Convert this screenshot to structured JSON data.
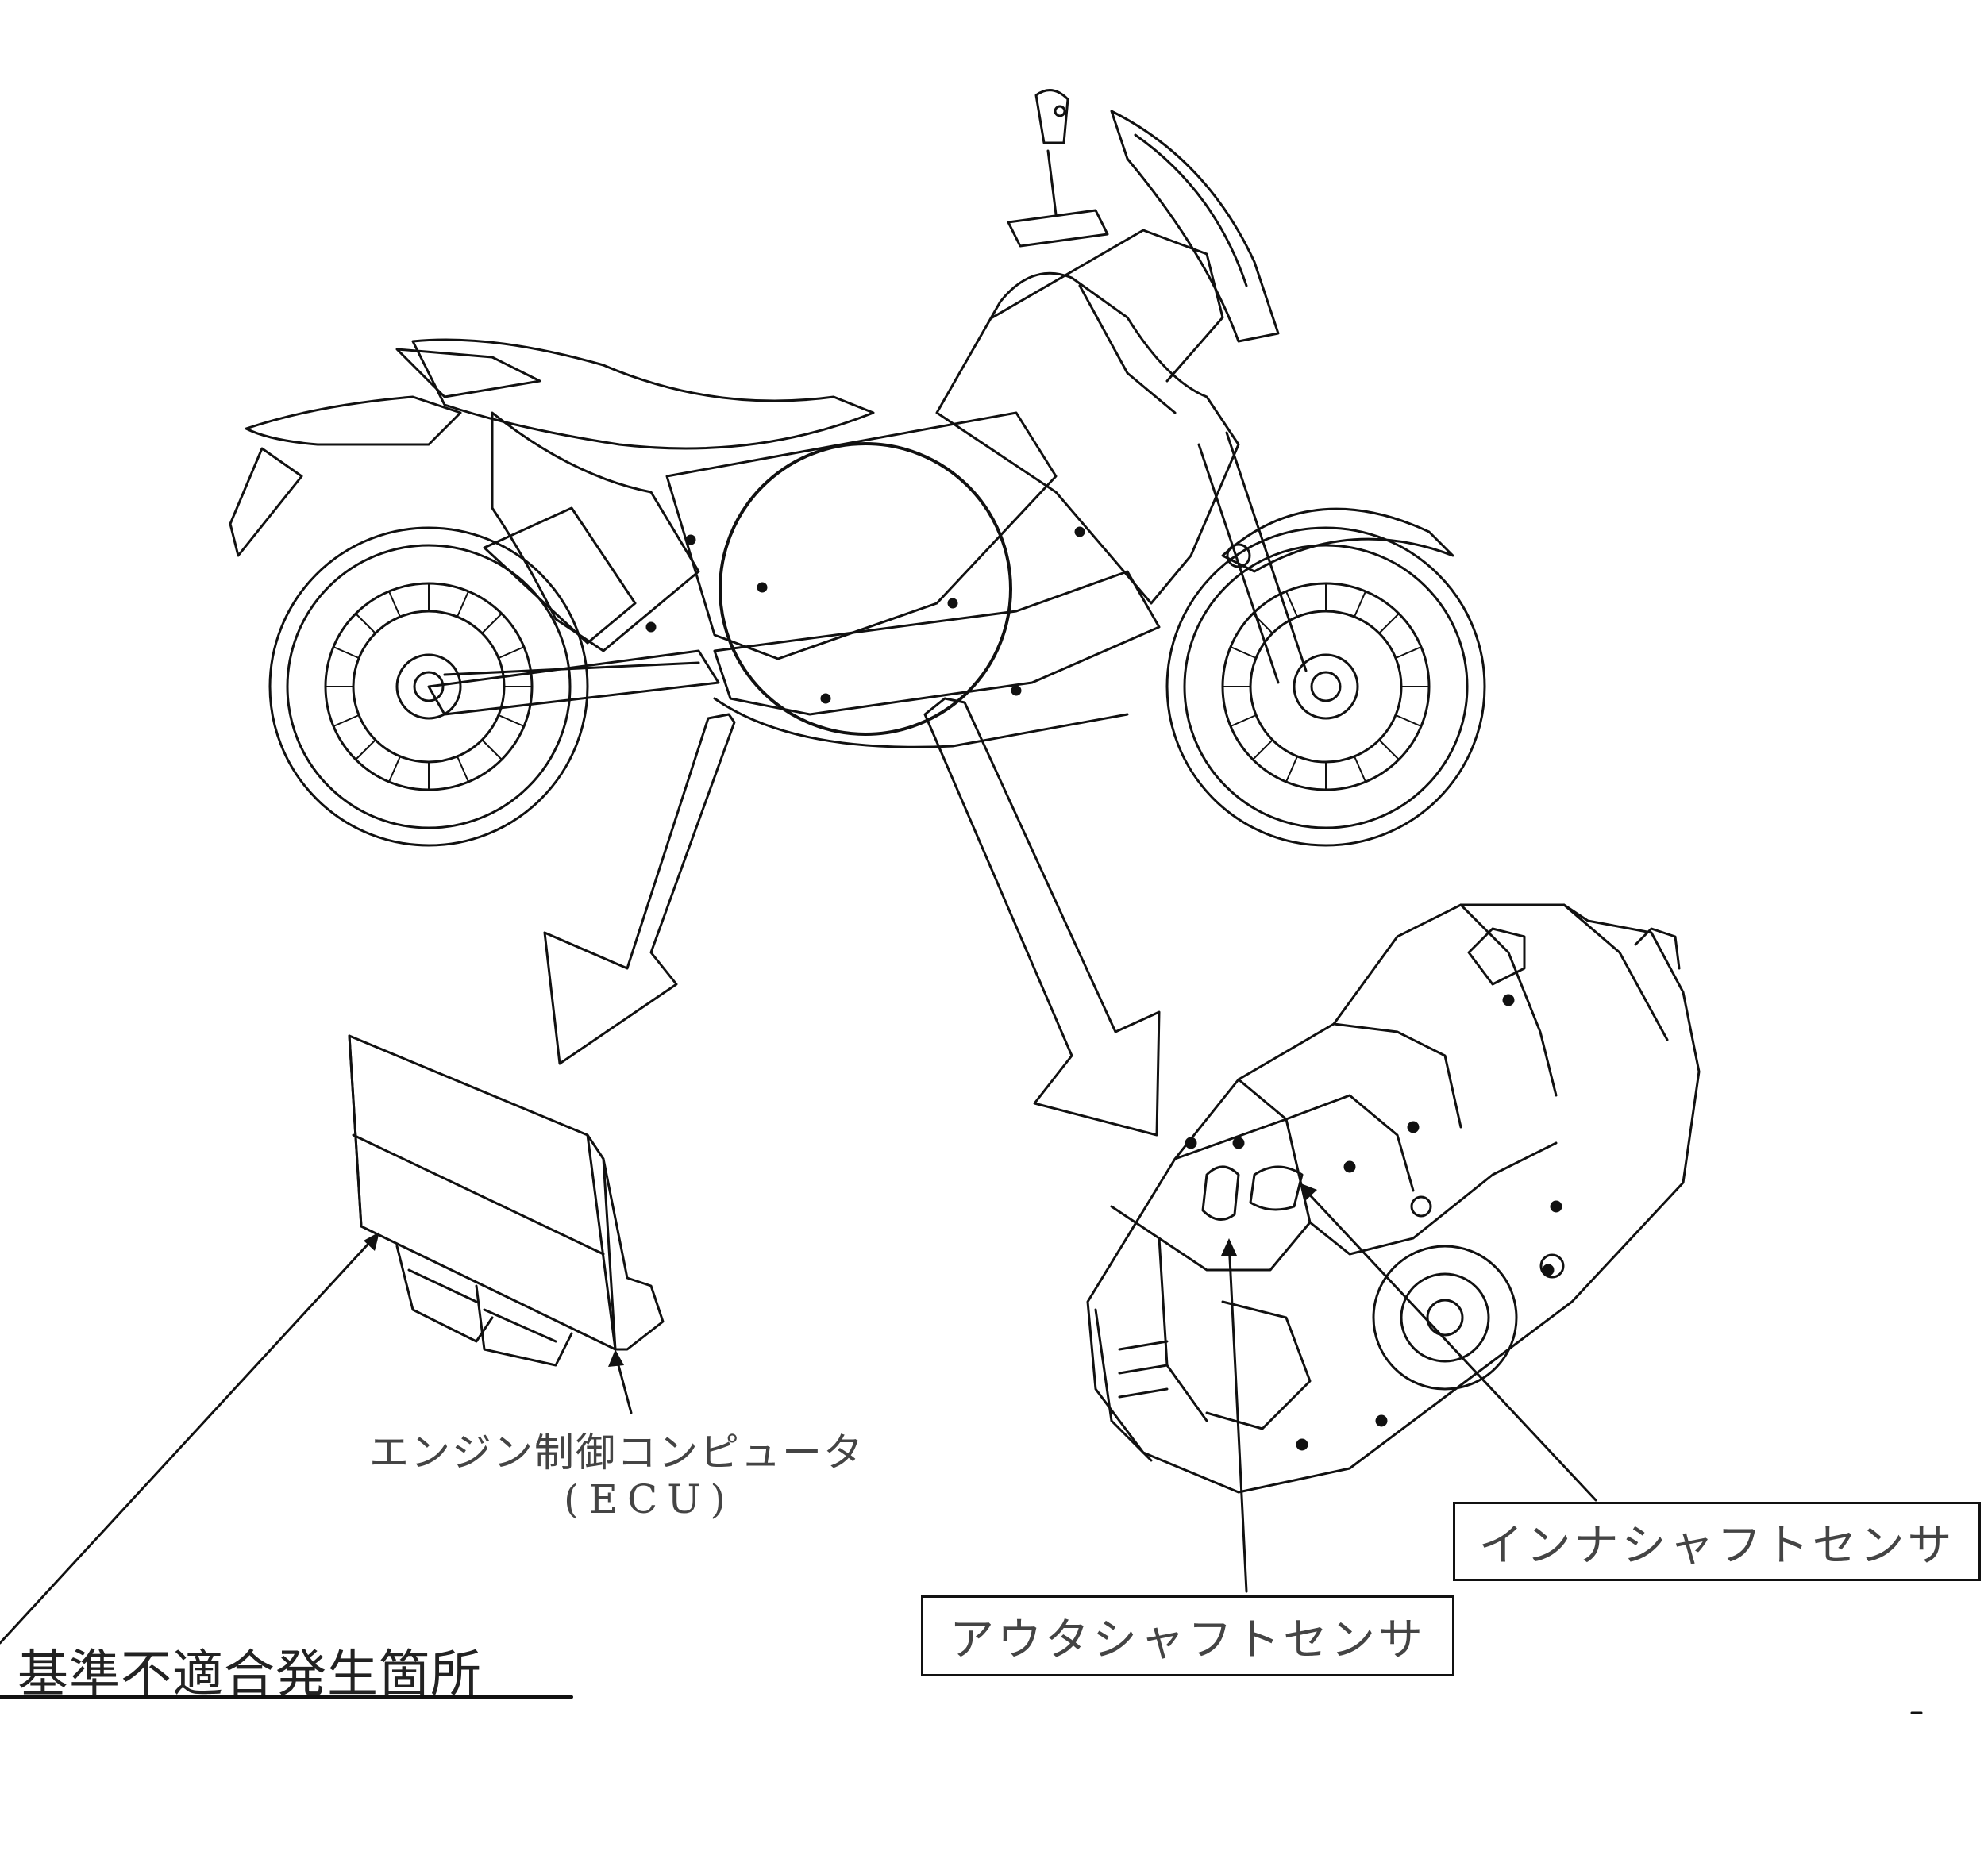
{
  "labels": {
    "ecu_line1": "エンジン制御コンピュータ",
    "ecu_line2": "(ECU)",
    "inner_shaft_sensor": "インナシャフトセンサ",
    "outer_shaft_sensor": "アウタシャフトセンサ",
    "nonconformity_location": "基準不適合発生箇所"
  },
  "icons": [
    "motorcycle-illustration",
    "ecu-illustration",
    "engine-illustration",
    "arrow-icon"
  ]
}
